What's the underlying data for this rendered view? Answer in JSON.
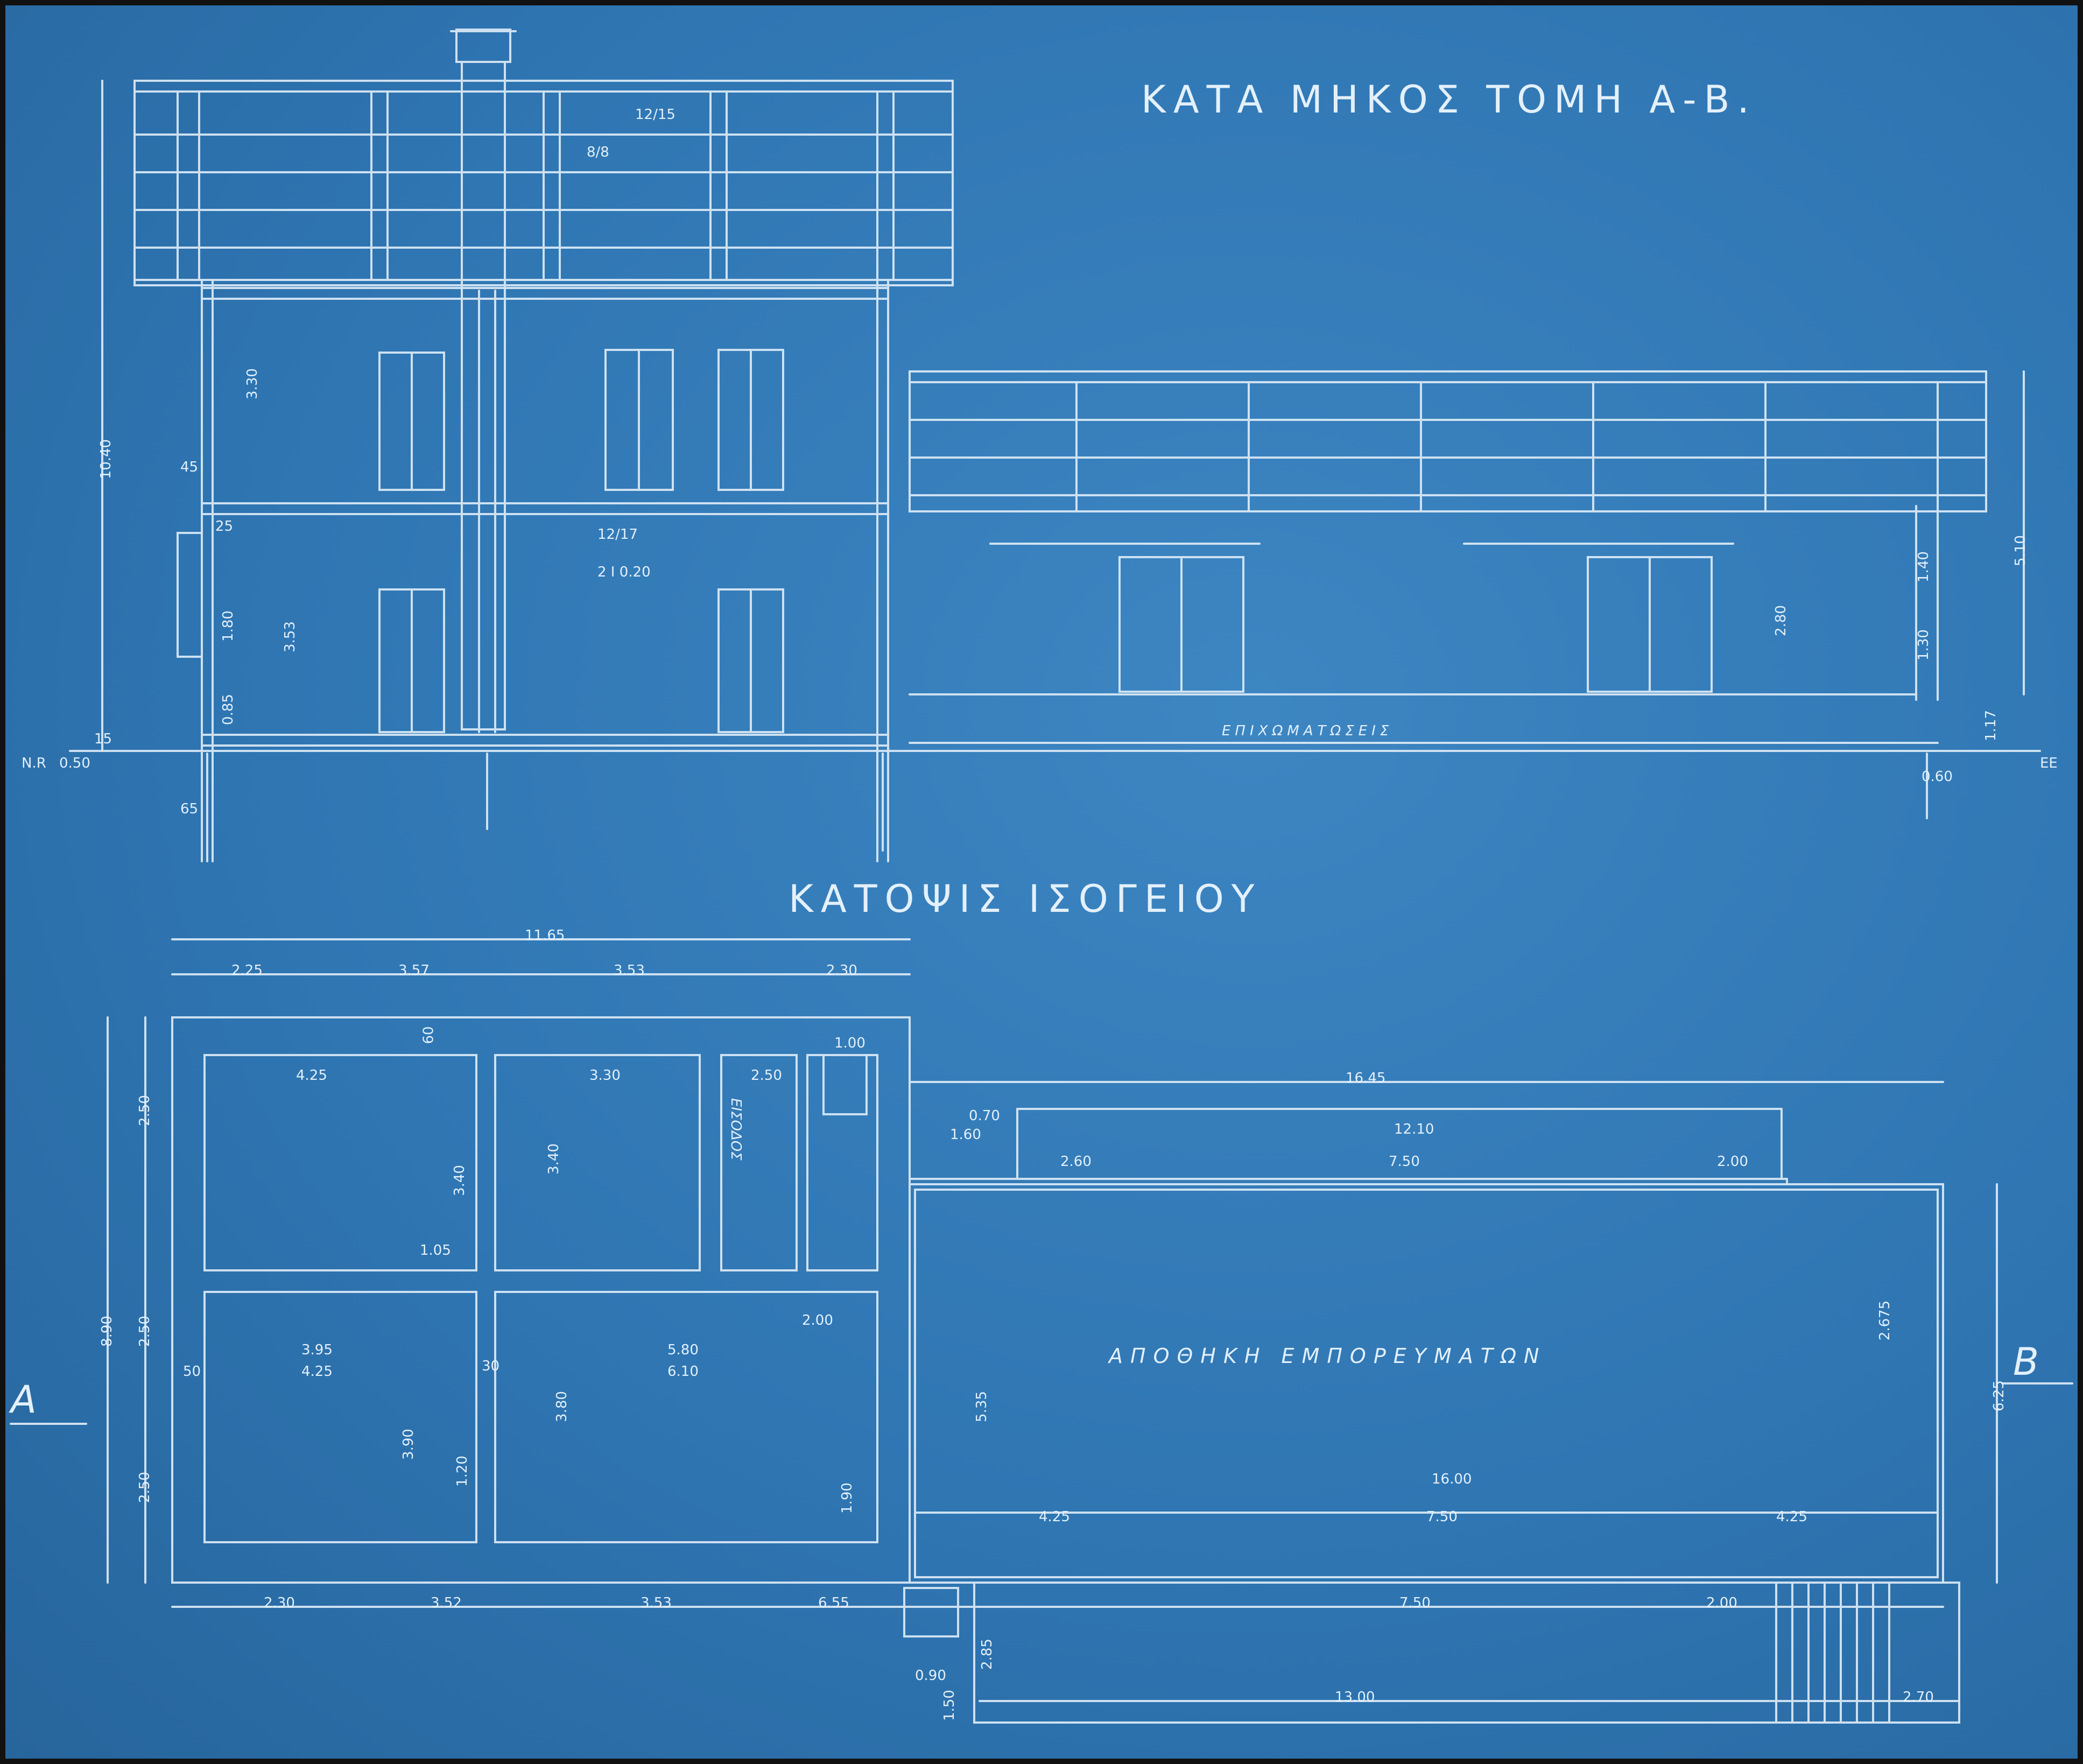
{
  "titles": {
    "section": "ΚΑΤΑ ΜΗΚΟΣ ΤΟΜΗ Α-Β.",
    "plan": "ΚΑΤΟΨΙΣ ΙΣΟΓΕΙΟΥ"
  },
  "labels": {
    "storage": "ΑΠΟΘΗΚΗ ΕΜΠΟΡΕΥΜΑΤΩΝ",
    "embankment": "ΕΠΙΧΩΜΑΤΩΣΕΙΣ",
    "entrance": "ΕΙΣΟΔΟΣ",
    "section_a": "Α",
    "section_b": "Β",
    "nr": "N.R",
    "ee": "ΕΕ"
  },
  "section_dims": {
    "total_height": "10.40",
    "upper_floor": "3.30",
    "lower_floor": "3.53",
    "window_h": "1.80",
    "sill": "0.85",
    "ground": "0.50",
    "foundation": "65",
    "wall": "45",
    "right_height": "5.10",
    "door_h": "2.80",
    "right_top": "1.40",
    "right_mid": "1.30",
    "right_base": "1.17",
    "right_found": "0.60",
    "beam": "2 I 0.20",
    "joist": "12/17",
    "rafter": "12/15",
    "batten": "8/8",
    "slab": "25",
    "base": "15"
  },
  "plan_dims": {
    "overall_width": "11.65",
    "top_row": [
      "2.25",
      "3.57",
      "3.53",
      "2.30"
    ],
    "bottom_row": [
      "2.30",
      "3.52",
      "3.53",
      "6.55",
      "7.50",
      "2.00"
    ],
    "left_height": "8.90",
    "left_parts": [
      "2.50",
      "2.50",
      "2.50"
    ],
    "room1_w": "4.25",
    "room1_h": "3.40",
    "room2_w": "3.30",
    "room2_h": "3.40",
    "hall_w": "2.50",
    "stair_w": "1.00",
    "room3_w": "3.95",
    "room3_w2": "4.25",
    "room3_h": "3.90",
    "room4_w": "5.80",
    "room4_w2": "6.10",
    "room4_h": "3.80",
    "storage_total": "16.45",
    "storage_inner": "12.10",
    "storage_top_parts": [
      "2.60",
      "7.50",
      "2.00"
    ],
    "storage_bottom_total": "16.00",
    "storage_bottom_parts": [
      "4.25",
      "7.50",
      "4.25"
    ],
    "storage_depth": "5.35",
    "storage_right_h": "6.25",
    "storage_right_part": "2.675",
    "platform_len": "13.00",
    "platform_end": "2.70",
    "platform_depth": "2.85",
    "step_w": "0.90",
    "step_h": "1.50",
    "misc_1_05": "1.05",
    "misc_2_00": "2.00",
    "misc_1_90": "1.90",
    "misc_1_20": "1.20",
    "misc_1_60": "1.60",
    "misc_0_70": "0.70",
    "wall_50": "50",
    "wall_30": "30",
    "wall_60": "60"
  }
}
